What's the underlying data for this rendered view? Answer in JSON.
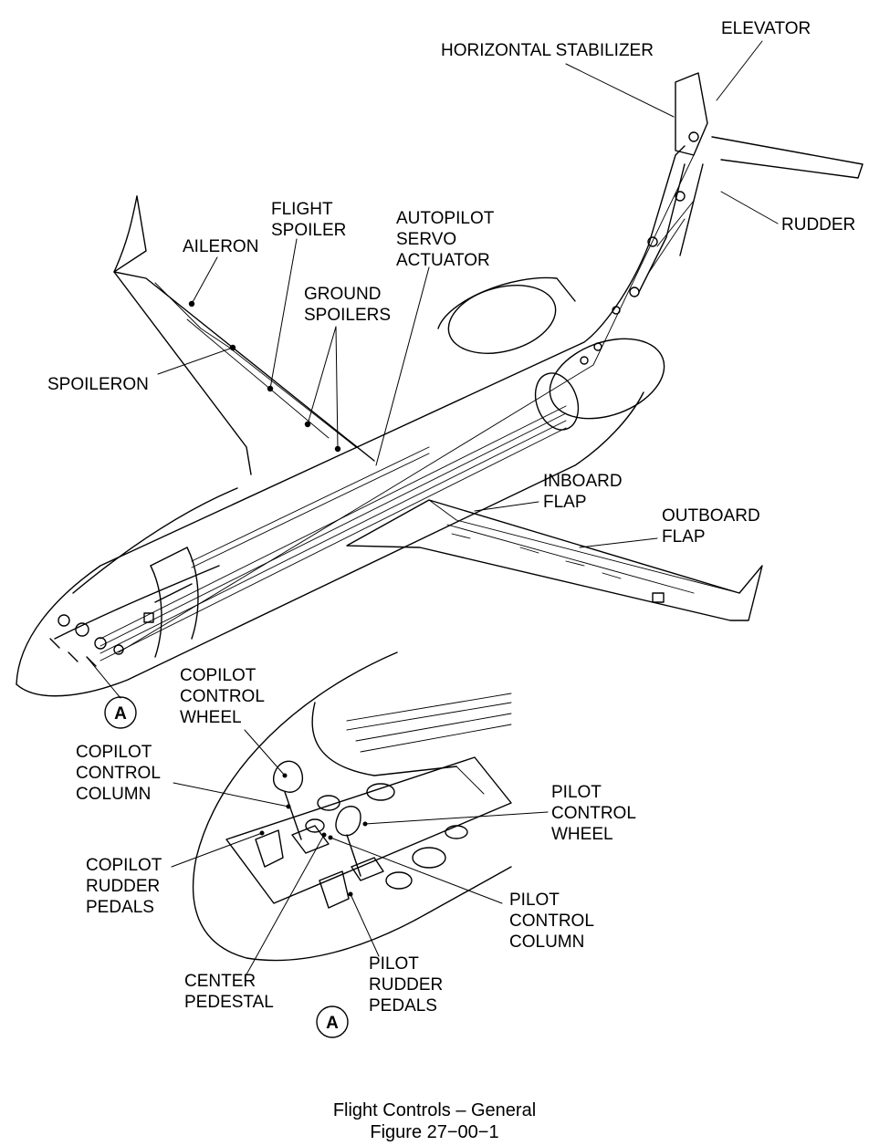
{
  "labels": {
    "elevator": "ELEVATOR",
    "horizontal_stabilizer": "HORIZONTAL STABILIZER",
    "rudder": "RUDDER",
    "aileron": "AILERON",
    "flight_spoiler": [
      "FLIGHT",
      "SPOILER"
    ],
    "autopilot_servo_actuator": [
      "AUTOPILOT",
      "SERVO",
      "ACTUATOR"
    ],
    "ground_spoilers": [
      "GROUND",
      "SPOILERS"
    ],
    "spoileron": "SPOILERON",
    "inboard_flap": [
      "INBOARD",
      "FLAP"
    ],
    "outboard_flap": [
      "OUTBOARD",
      "FLAP"
    ]
  },
  "detail": {
    "callout": "A",
    "copilot_control_wheel": [
      "COPILOT",
      "CONTROL",
      "WHEEL"
    ],
    "copilot_control_column": [
      "COPILOT",
      "CONTROL",
      "COLUMN"
    ],
    "copilot_rudder_pedals": [
      "COPILOT",
      "RUDDER",
      "PEDALS"
    ],
    "center_pedestal": [
      "CENTER",
      "PEDESTAL"
    ],
    "pilot_control_wheel": [
      "PILOT",
      "CONTROL",
      "WHEEL"
    ],
    "pilot_control_column": [
      "PILOT",
      "CONTROL",
      "COLUMN"
    ],
    "pilot_rudder_pedals": [
      "PILOT",
      "RUDDER",
      "PEDALS"
    ]
  },
  "caption": {
    "title": "Flight Controls – General",
    "figure": "Figure 27−00−1"
  }
}
